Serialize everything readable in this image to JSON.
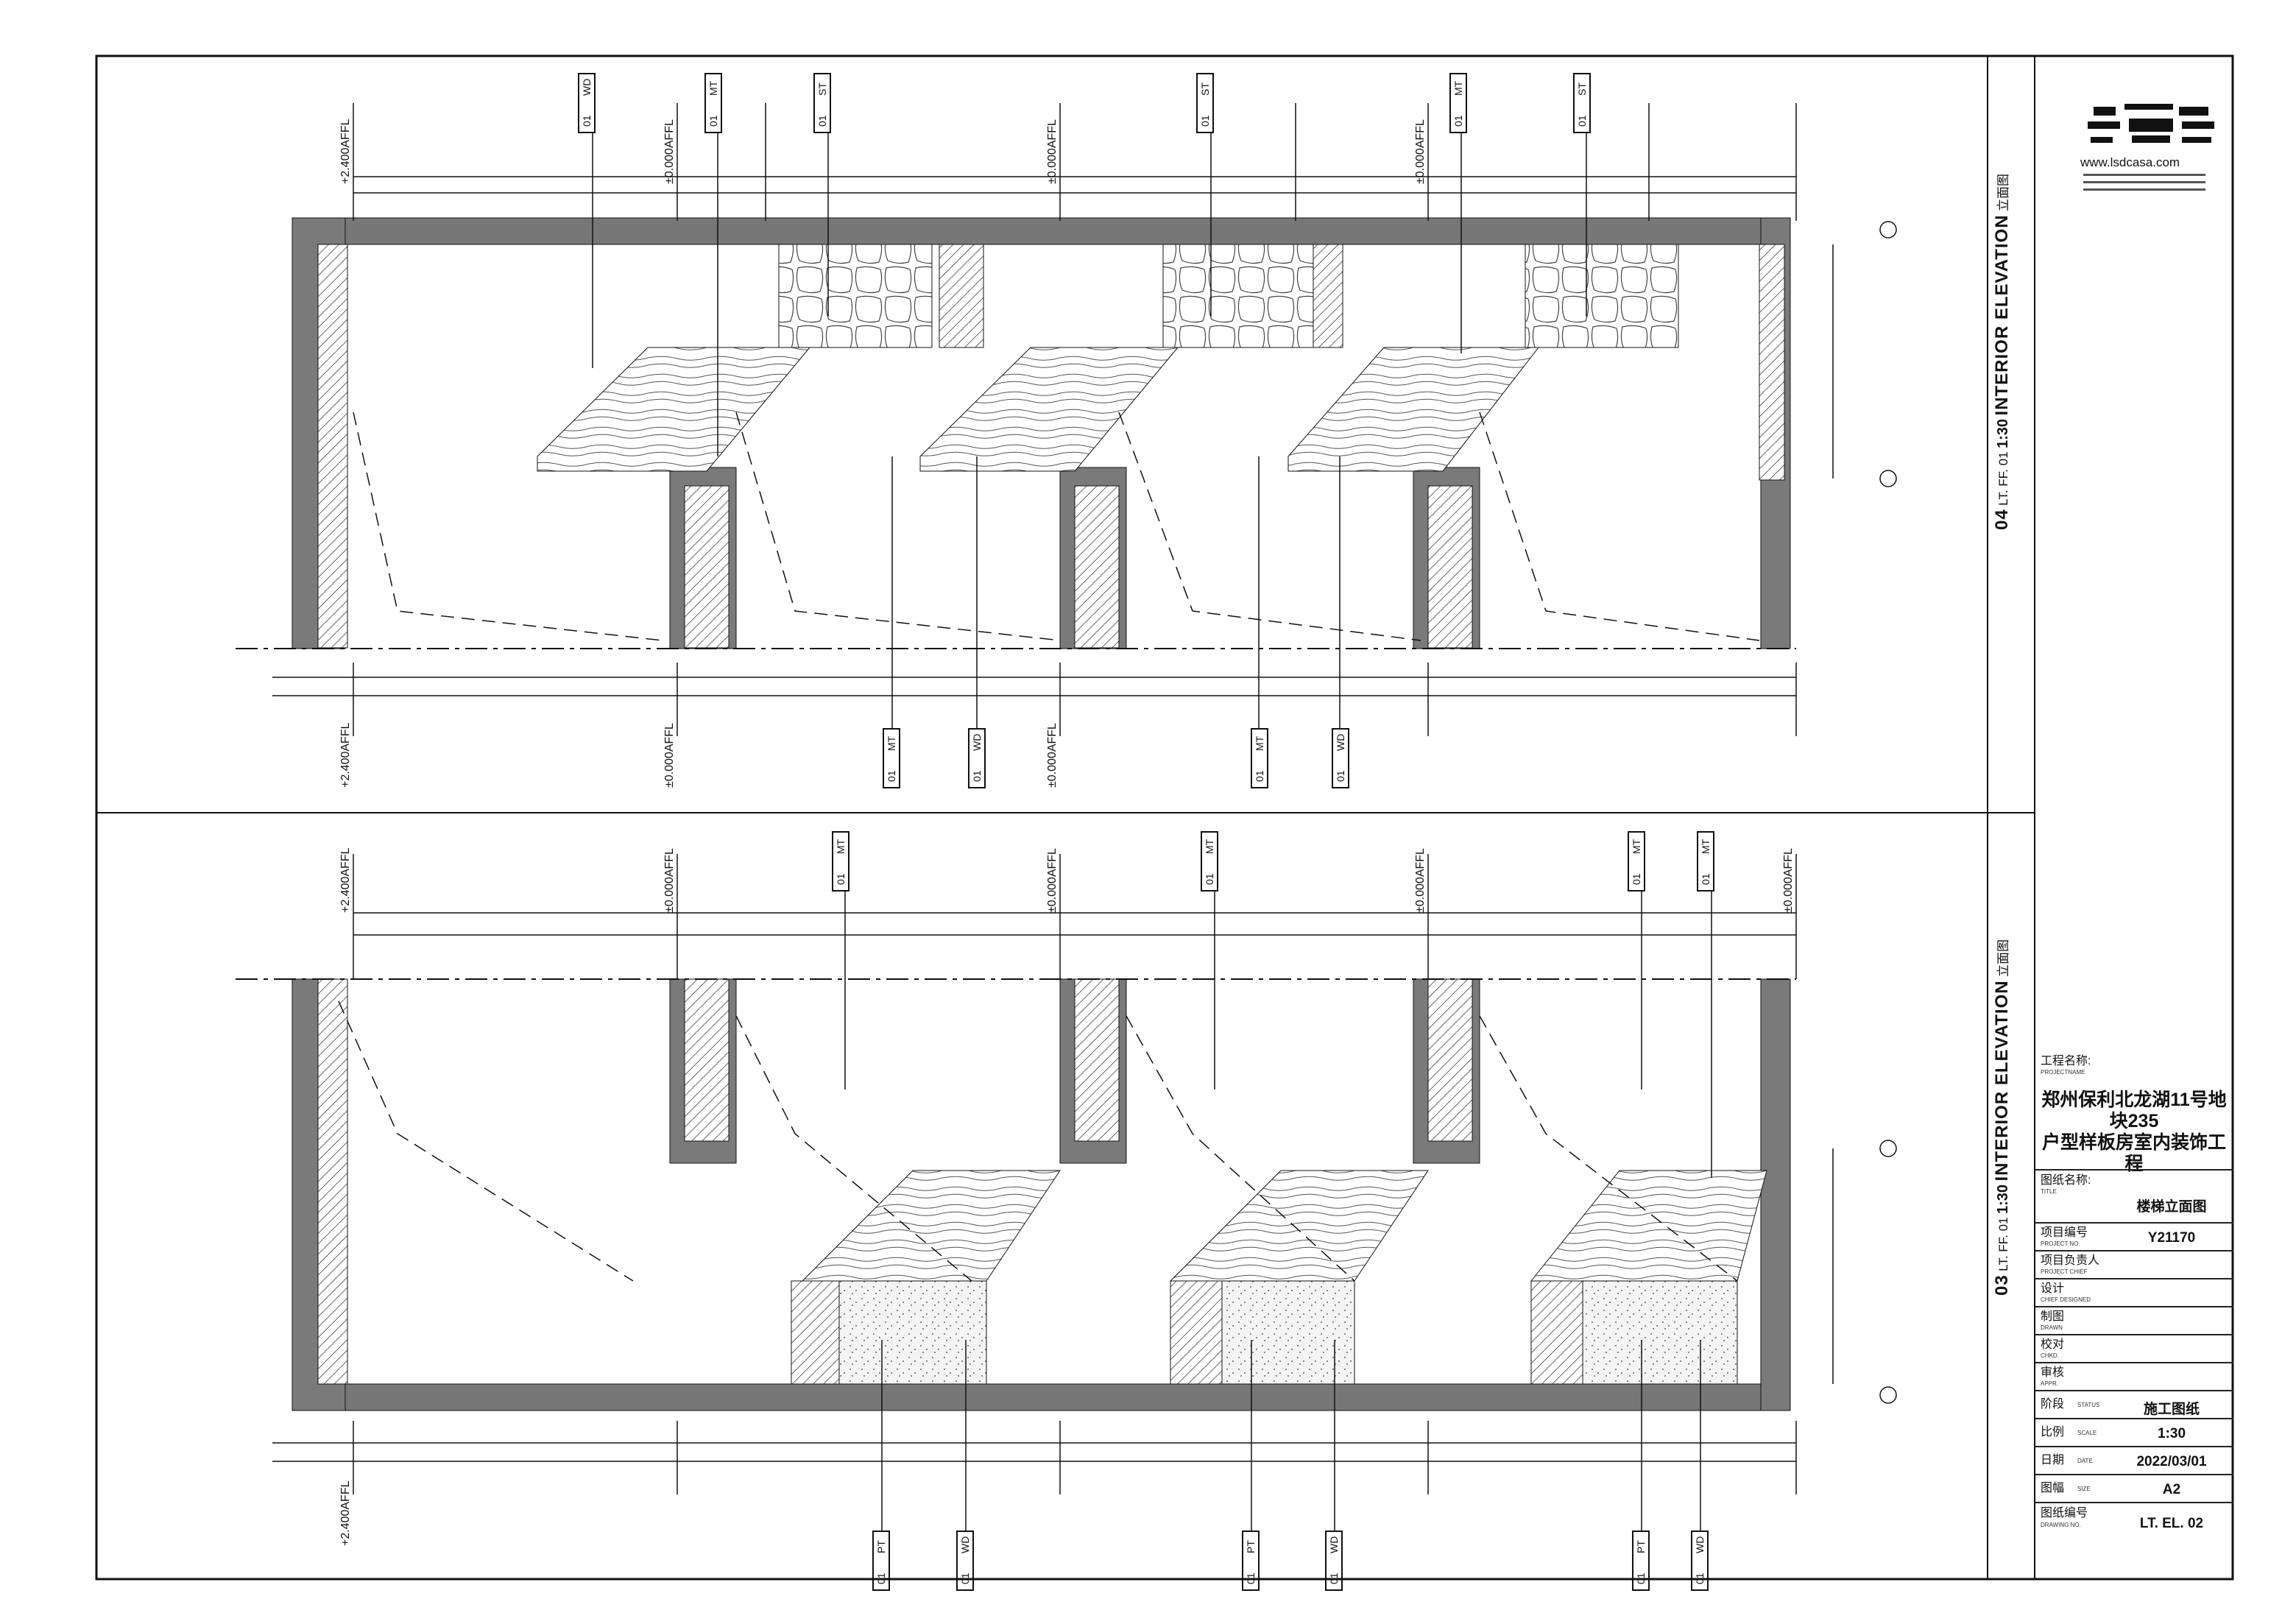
{
  "title_block": {
    "project_name_label": "工程名称:",
    "project_name_label_en": "PROJECTNAME",
    "project_name_line1": "郑州保利北龙湖11号地块235",
    "project_name_line2": "户型样板房室内装饰工程",
    "title_label": "图纸名称:",
    "title_label_en": "TITLE",
    "title_value": "楼梯立面图",
    "project_no_label": "项目编号",
    "project_no_label_en": "PROJECT NO.",
    "project_no_value": "Y21170",
    "chief_label": "项目负责人",
    "chief_label_en": "PROJECT CHIEF",
    "designed_label": "设计",
    "designed_label_en": "CHIEF DESIGNED",
    "drawn_label": "制图",
    "drawn_label_en": "DRAWN",
    "checked_label": "校对",
    "checked_label_en": "CHKD.",
    "approved_label": "审核",
    "approved_label_en": "APPR.",
    "status_label": "阶段",
    "status_label_en": "STATUS",
    "status_value": "施工图纸",
    "scale_label": "比例",
    "scale_label_en": "SCALE",
    "scale_value": "1:30",
    "date_label": "日期",
    "date_label_en": "DATE",
    "date_value": "2022/03/01",
    "size_label": "图幅",
    "size_label_en": "SIZE",
    "size_value": "A2",
    "drawing_no_label": "图纸编号",
    "drawing_no_label_en": "DRAWING NO.",
    "drawing_no_value": "LT. EL. 02"
  },
  "logo": {
    "url_text": "www.lsdcasa.com"
  },
  "views": [
    {
      "number": "04",
      "sheet_ref": "LT. FF. 01",
      "title": "INTERIOR  ELEVATION",
      "subtitle": "立面图",
      "scale": "1:30"
    },
    {
      "number": "03",
      "sheet_ref": "LT. FF. 01",
      "title": "INTERIOR  ELEVATION",
      "subtitle": "立面图",
      "scale": "1:30"
    }
  ],
  "legible_labels": {
    "level_zero": "±0.000AFFL",
    "level_2400": "+2.400AFFL",
    "tag_wd": "WD",
    "tag_mt": "MT",
    "tag_st": "ST",
    "tag_pt": "PT",
    "tag_index": "01"
  }
}
